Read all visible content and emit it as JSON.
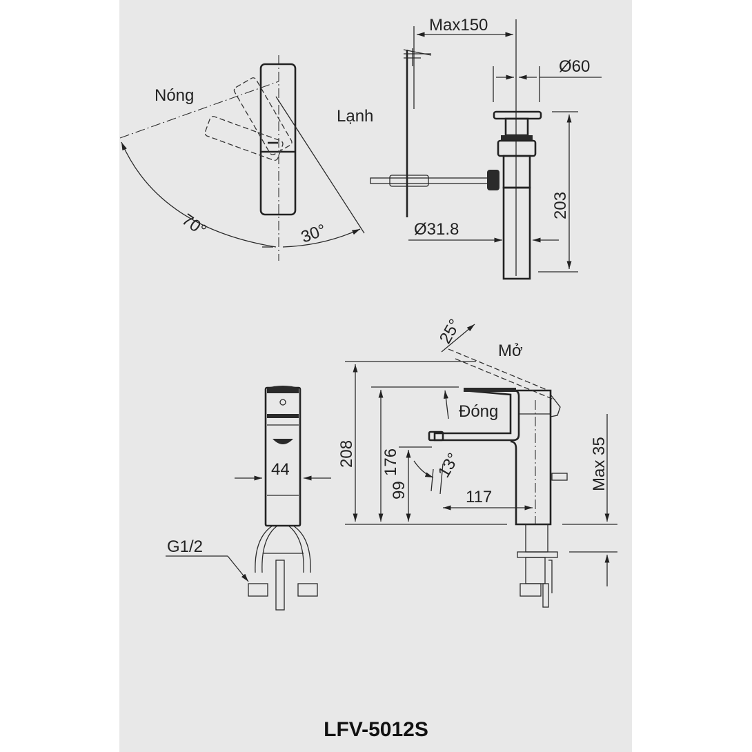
{
  "model": "LFV-5012S",
  "colors": {
    "panel": "#e8e8e8",
    "ink": "#222222",
    "page": "#ffffff"
  },
  "top_view": {
    "hot_label": "Nóng",
    "cold_label": "Lạnh",
    "hot_angle": "70°",
    "cold_angle": "30°"
  },
  "drain": {
    "max_lever": "Max150",
    "diameter_top": "Ø60",
    "height": "203",
    "pipe_diameter": "Ø31.8"
  },
  "front_view": {
    "width": "44",
    "thread": "G1/2"
  },
  "side_view": {
    "open_angle": "25°",
    "open_label": "Mở",
    "closed_label": "Đóng",
    "total_height": "208",
    "body_height": "176",
    "spout_height": "99",
    "spout_angle": "13°",
    "spout_reach": "117",
    "max_deck": "Max 35"
  }
}
